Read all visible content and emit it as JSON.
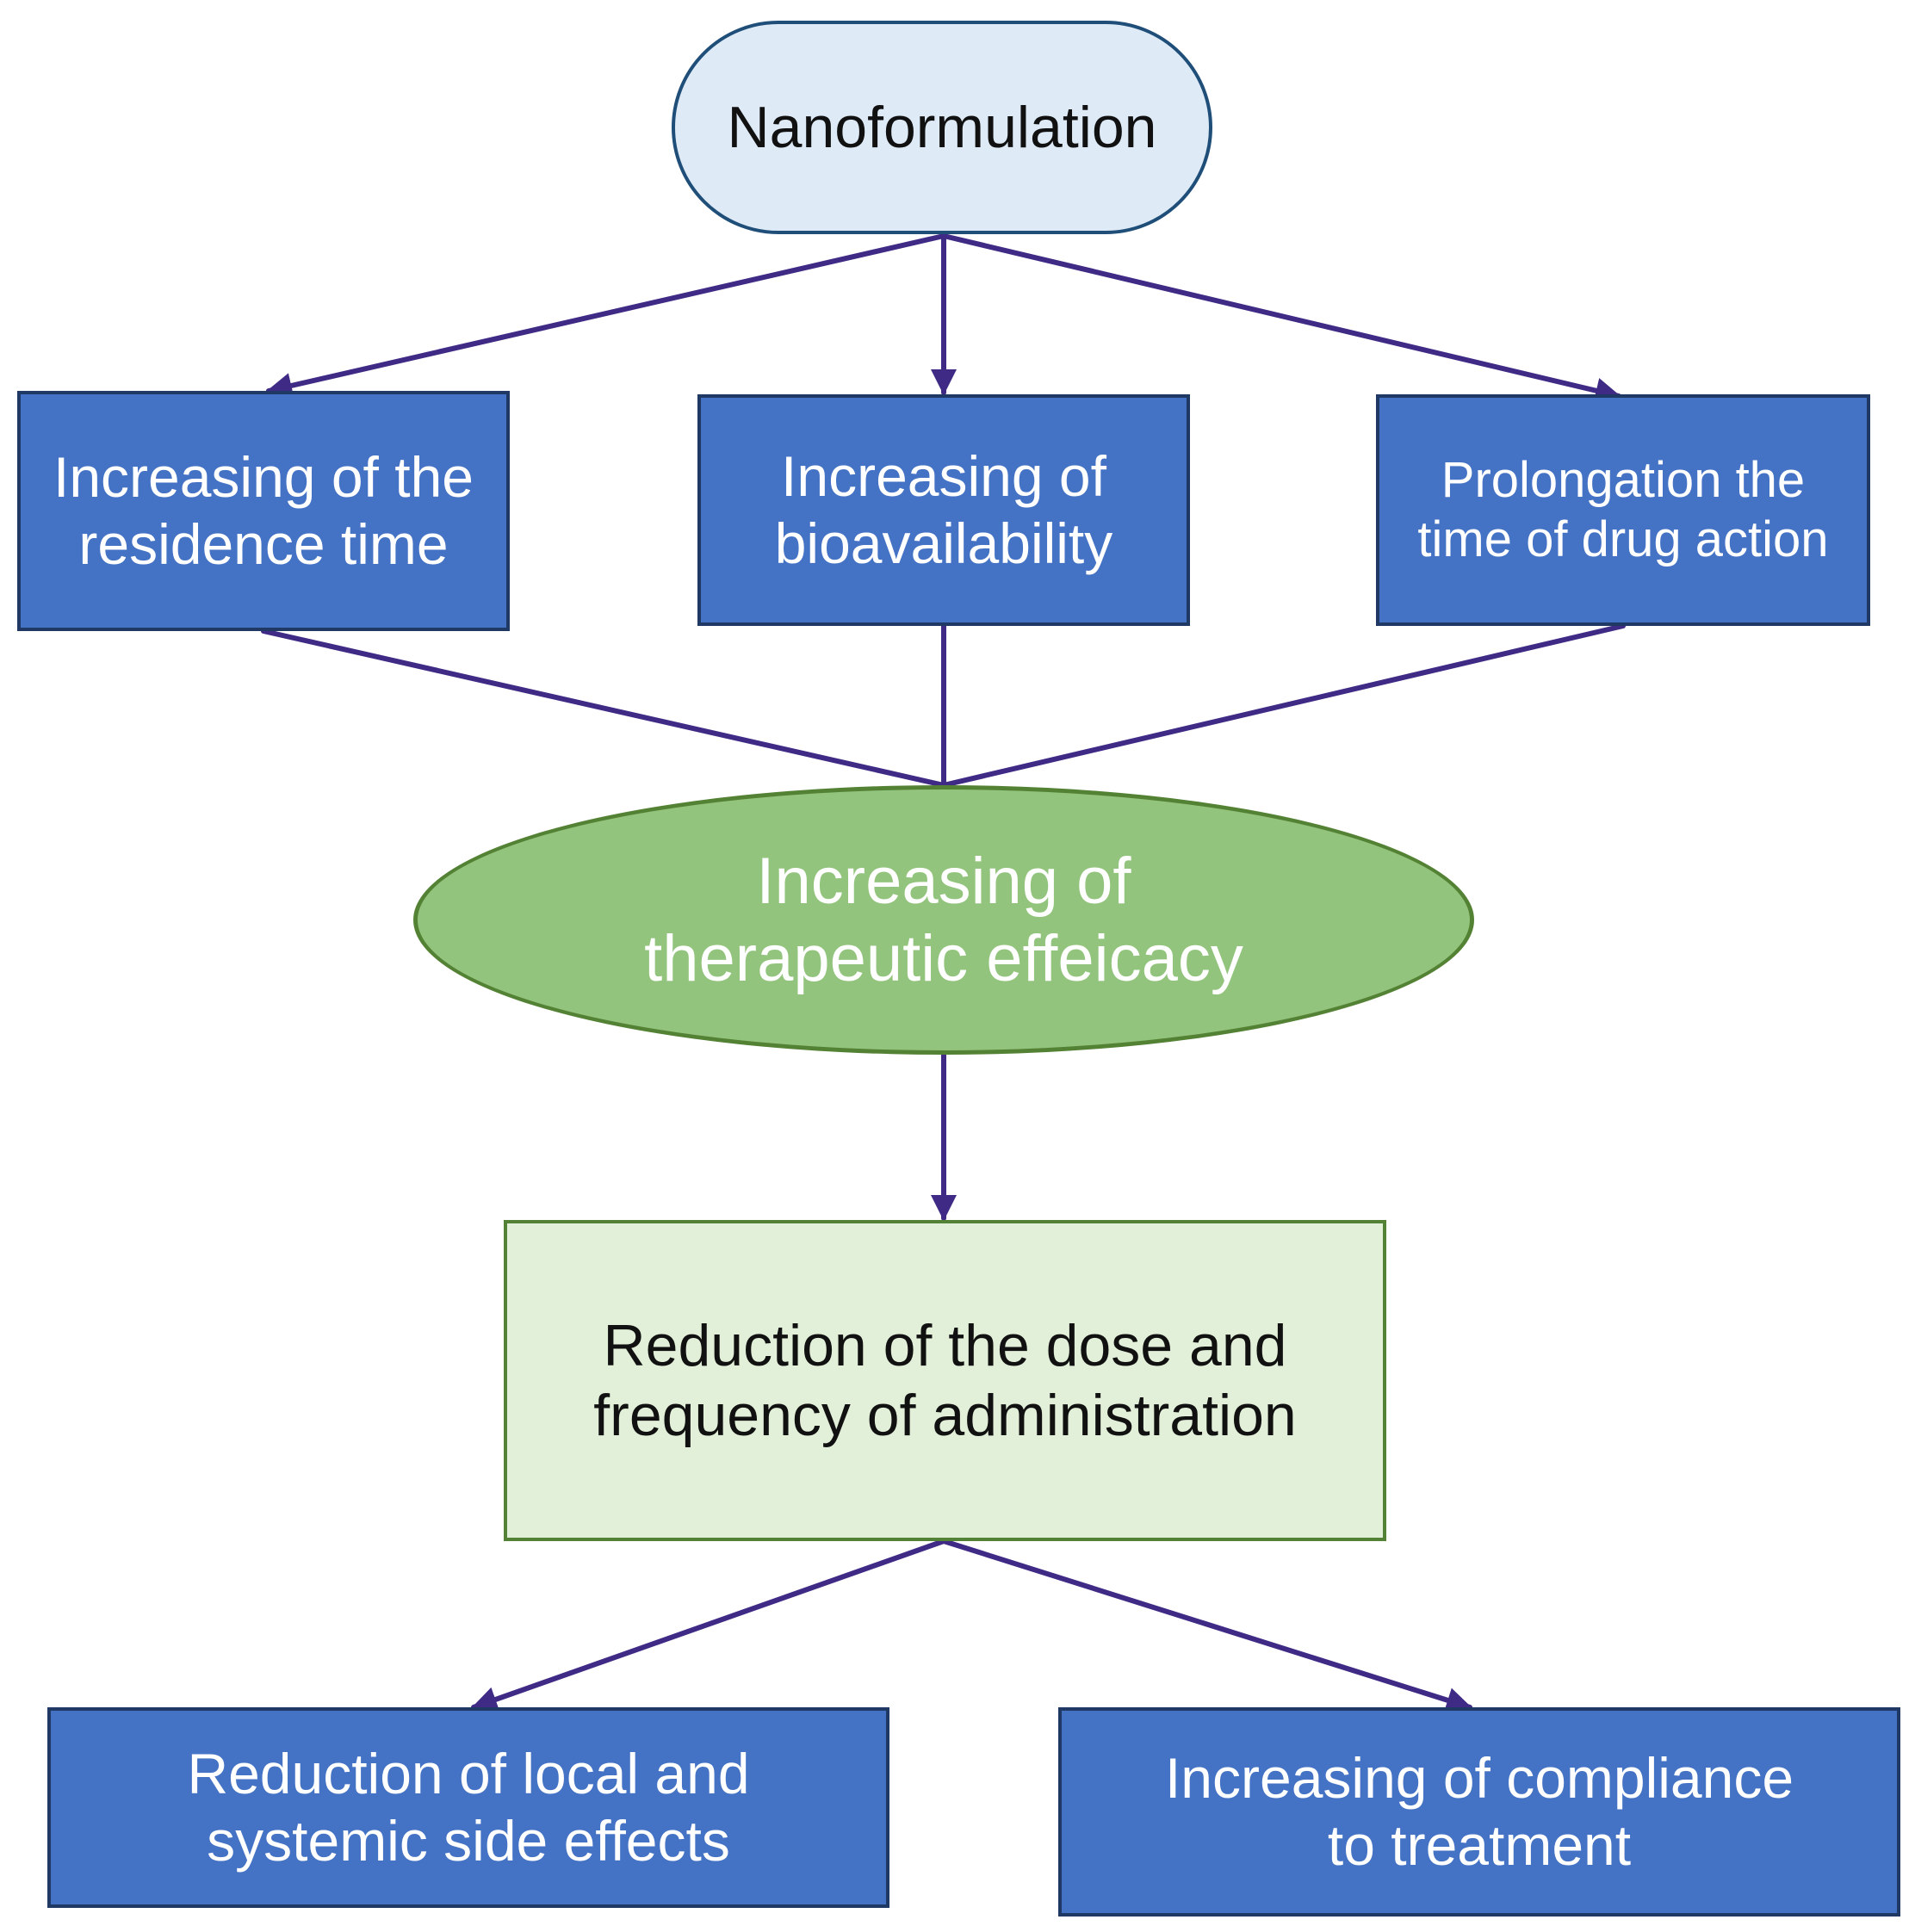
{
  "diagram": {
    "colors": {
      "connector": "#3f2a85",
      "top_node_fill": "#deebf7",
      "blue_box_fill": "#4472c4",
      "ellipse_fill": "#93c47d",
      "green_box_fill": "#e2f0d9"
    },
    "nodes": {
      "nanoformulation": "Nanoformulation",
      "residence_time": "Increasing of the\nresidence time",
      "bioavailability": "Increasing of\nbioavailability",
      "prolongation": "Prolongation the\ntime  of drug action",
      "therapeutic_efficacy": "Increasing of\ntherapeutic effeicacy",
      "dose_reduction": "Reduction of the dose and\nfrequency of administration",
      "side_effects": "Reduction of local and\nsystemic side effects",
      "compliance": "Increasing of compliance\nto treatment"
    },
    "edges": [
      {
        "from": "nanoformulation",
        "to": "residence_time",
        "arrow": true
      },
      {
        "from": "nanoformulation",
        "to": "bioavailability",
        "arrow": true
      },
      {
        "from": "nanoformulation",
        "to": "prolongation",
        "arrow": true
      },
      {
        "from": "residence_time",
        "to": "therapeutic_efficacy",
        "arrow": false
      },
      {
        "from": "bioavailability",
        "to": "therapeutic_efficacy",
        "arrow": false
      },
      {
        "from": "prolongation",
        "to": "therapeutic_efficacy",
        "arrow": false
      },
      {
        "from": "therapeutic_efficacy",
        "to": "dose_reduction",
        "arrow": true
      },
      {
        "from": "dose_reduction",
        "to": "side_effects",
        "arrow": true
      },
      {
        "from": "dose_reduction",
        "to": "compliance",
        "arrow": true
      }
    ]
  }
}
